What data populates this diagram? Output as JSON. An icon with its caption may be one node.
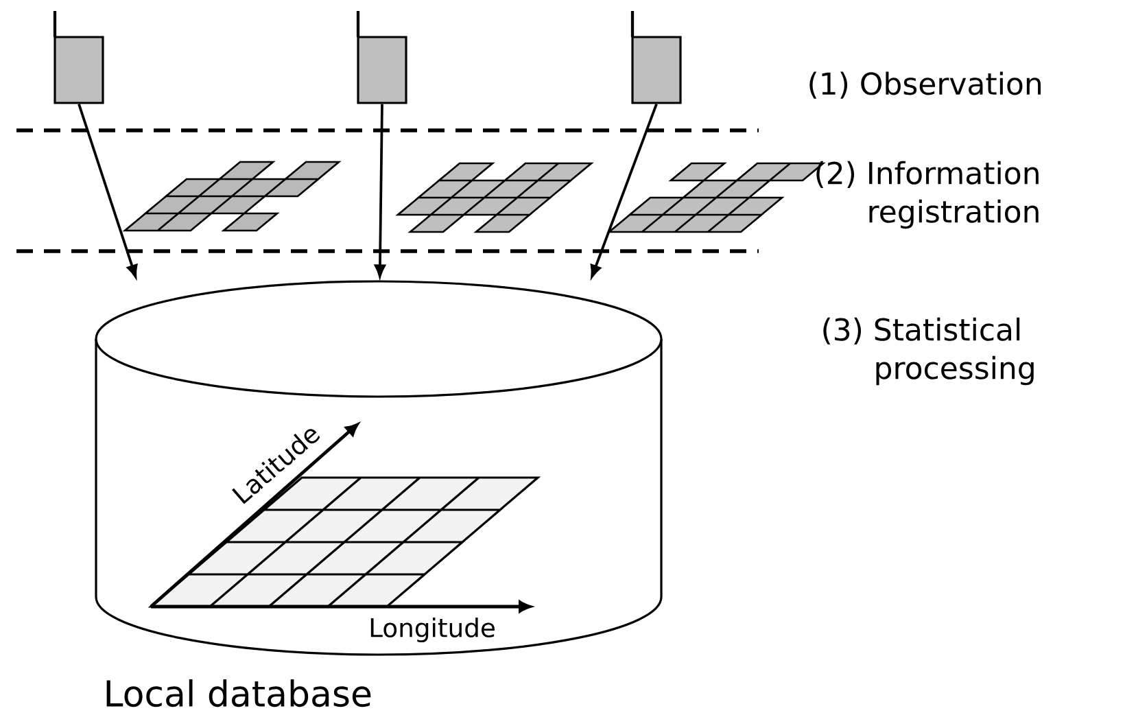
{
  "diagram": {
    "nodes": [
      {
        "text": [],
        "shape": "box"
      },
      {
        "text": [],
        "shape": "box"
      },
      {
        "text": [],
        "shape": "box"
      },
      {
        "text": [],
        "shape": "cylinder",
        "beside": [
          "Local database"
        ]
      }
    ],
    "edges": [
      {
        "from": 0,
        "to": 3,
        "arrow": "to"
      },
      {
        "from": 1,
        "to": 3,
        "arrow": "to"
      },
      {
        "from": 2,
        "to": 3,
        "arrow": "to"
      }
    ],
    "labels": [
      "(1) Observation",
      "(2) Information registration",
      "(3) Statistical processing",
      "Latitude",
      "Longitude"
    ]
  }
}
